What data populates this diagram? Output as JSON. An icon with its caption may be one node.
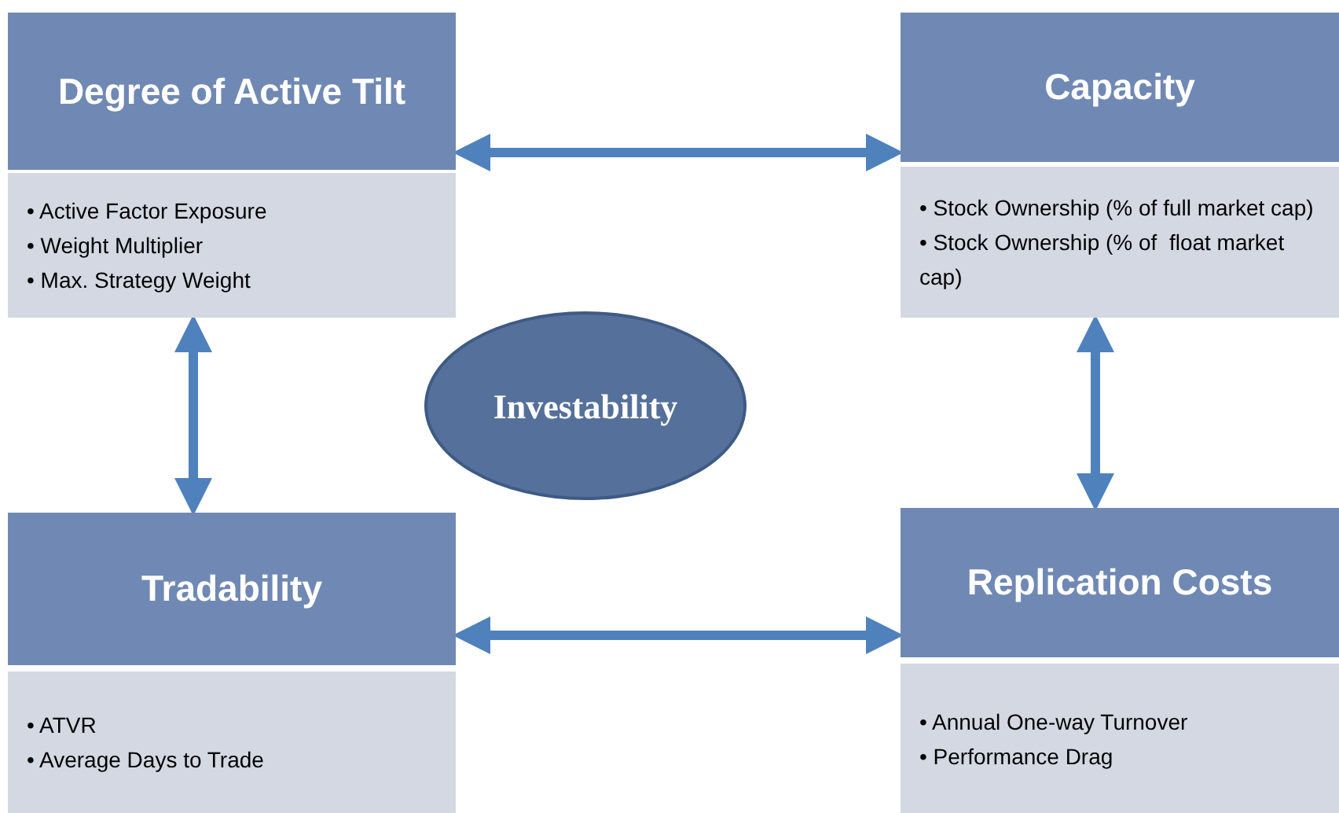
{
  "diagram": {
    "nodes": [
      {
        "text": [
          "Degree of Active Tilt"
        ]
      },
      {
        "text": [
          "• Active Factor Exposure",
          "• Weight Multiplier",
          "• Max. Strategy Weight"
        ]
      },
      {
        "text": [
          "Capacity"
        ]
      },
      {
        "text": [
          "• Stock Ownership (% of full market cap)",
          "• Stock Ownership (% of  float market cap)"
        ]
      },
      {
        "text": [
          "Investability"
        ]
      },
      {
        "text": [
          "Tradability"
        ]
      },
      {
        "text": [
          "• ATVR",
          "• Average Days to Trade"
        ]
      },
      {
        "text": [
          "Replication Costs"
        ]
      },
      {
        "text": [
          "• Annual One-way Turnover",
          "• Performance Drag"
        ]
      }
    ],
    "edges": [
      {
        "from": 0,
        "to": 2,
        "arrow": "both"
      },
      {
        "from": 1,
        "to": 5,
        "arrow": "both"
      },
      {
        "from": 3,
        "to": 7,
        "arrow": "both"
      },
      {
        "from": 5,
        "to": 7,
        "arrow": "both"
      }
    ]
  }
}
